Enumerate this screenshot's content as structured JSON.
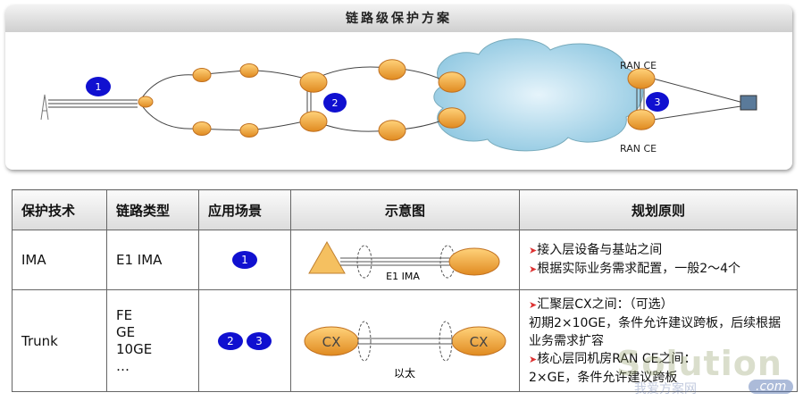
{
  "diagram": {
    "title": "链路级保护方案",
    "labels": {
      "ce_top": "RAN CE",
      "ce_bottom": "RAN CE"
    },
    "badges": [
      "1",
      "2",
      "3"
    ]
  },
  "table": {
    "headers": [
      "保护技术",
      "链路类型",
      "应用场景",
      "示意图",
      "规划原则"
    ],
    "rows": [
      {
        "tech": "IMA",
        "link": [
          "E1 IMA"
        ],
        "scenes": [
          "1"
        ],
        "sketch_label": "E1 IMA",
        "rules": [
          "接入层设备与基站之间",
          "根据实际业务需求配置，一般2～4个"
        ]
      },
      {
        "tech": "Trunk",
        "link": [
          "FE",
          "GE",
          "10GE",
          "…"
        ],
        "scenes": [
          "2",
          "3"
        ],
        "sketch_label": "以太",
        "node_label": "CX",
        "rules": [
          "汇聚层CX之间：（可选）",
          "初期2×10GE，条件允许建议跨板，后续根据业务需求扩容",
          "核心层同机房RAN CE之间：",
          "2×GE，条件允许建议跨板"
        ]
      }
    ]
  },
  "watermark": {
    "text": "Solution",
    "sub": "我爱方案网",
    ".com": ".com"
  },
  "colors": {
    "badge": "#1010d0",
    "router": "#f0a030"
  }
}
